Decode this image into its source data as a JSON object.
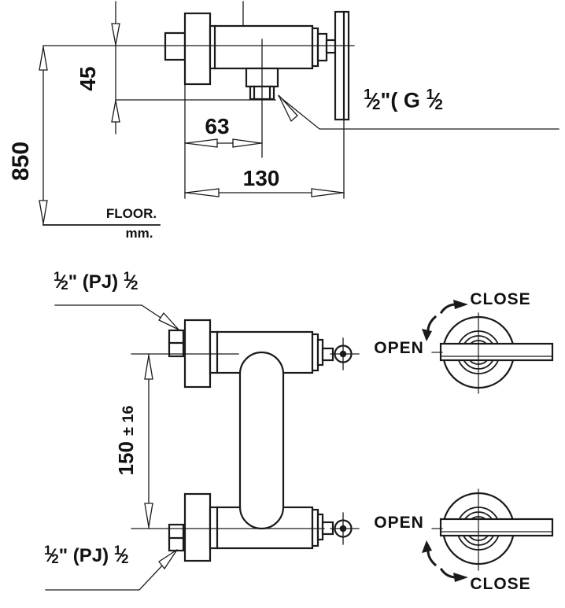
{
  "colors": {
    "ink": "#1a1a1a",
    "paper": "#ffffff"
  },
  "side_view": {
    "dims": {
      "height_from_floor": "850",
      "outlet_drop": "45",
      "wall_to_outlet": "63",
      "wall_to_handle": "130"
    },
    "floor_label": "FLOOR.",
    "units_label": "mm.",
    "outlet_thread_label": "½\"( G ½"
  },
  "front_view": {
    "valve_spacing": "150",
    "valve_spacing_tolerance": "± 16",
    "top_inlet_thread_label": "½\" (PJ) ½",
    "bottom_inlet_thread_label": "½\" (PJ) ½",
    "top_handle": {
      "open": "OPEN",
      "close": "CLOSE"
    },
    "bottom_handle": {
      "open": "OPEN",
      "close": "CLOSE"
    }
  }
}
